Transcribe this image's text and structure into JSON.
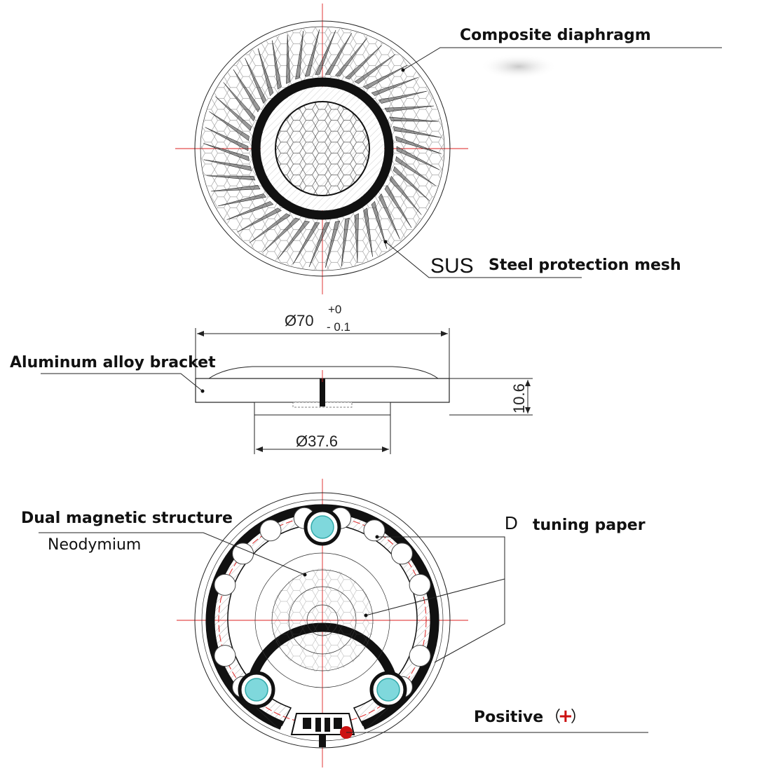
{
  "top_view": {
    "composite_label": "Composite diaphragm",
    "sus_prefix": "SUS",
    "sus_label": "Steel protection mesh"
  },
  "side_view": {
    "outer_diameter_main": "Ø70",
    "tol_upper": "+0",
    "tol_lower": "- 0.1",
    "bracket_label": "Aluminum alloy bracket",
    "height": "10.6",
    "inner_diameter": "Ø37.6"
  },
  "bottom_view": {
    "dual_magnetic_label": "Dual magnetic structure",
    "neodymium_label": "Neodymium",
    "d_prefix": "D",
    "tuning_label": "tuning paper",
    "positive_label": "Positive",
    "positive_open": "（",
    "positive_sign": "+",
    "positive_close": "）"
  },
  "colors": {
    "accent_cyan": "#7fd8dc",
    "center_line": "#dd2222",
    "positive_dot": "#cc1111"
  }
}
